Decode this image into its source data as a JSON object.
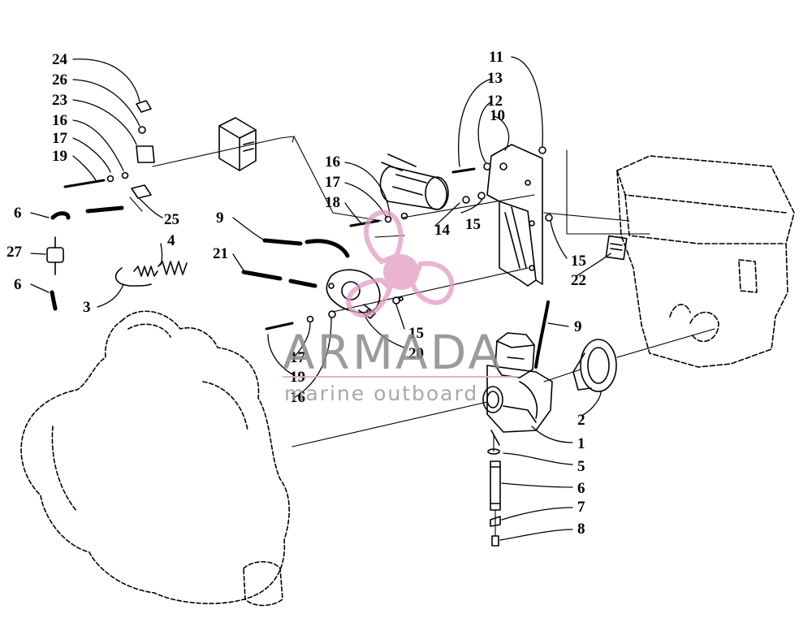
{
  "watermark": {
    "brand": "ARMADA",
    "tagline": "marine outboard",
    "accent_color": "#e39bc1",
    "text_color": "#8a8a8a",
    "logo_icon": "propeller-logo-icon"
  },
  "part_labels": {
    "p24": "24",
    "p26": "26",
    "p23": "23",
    "p16a": "16",
    "p17a": "17",
    "p19a": "19",
    "p6a": "6",
    "p27": "27",
    "p6b": "6",
    "p3": "3",
    "p4": "4",
    "p25": "25",
    "p9a": "9",
    "p21": "21",
    "p16b": "16",
    "p17b": "17",
    "p18": "18",
    "p14": "14",
    "p15a": "15",
    "p13": "13",
    "p12": "12",
    "p10": "10",
    "p11": "11",
    "p15b": "15",
    "p22": "22",
    "p15c": "15",
    "p9b": "9",
    "p20": "20",
    "p17c": "17",
    "p19b": "19",
    "p16c": "16",
    "p2": "2",
    "p1": "1",
    "p5": "5",
    "p6c": "6",
    "p7": "7",
    "p8": "8"
  }
}
